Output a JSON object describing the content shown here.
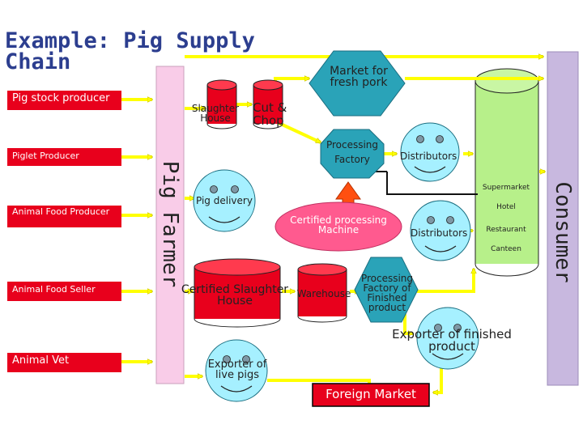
{
  "title": "Example: Pig Supply Chain",
  "left_boxes": {
    "pig_stock": "Pig stock producer",
    "piglet": "Piglet Producer",
    "animal_food_producer": "Animal Food Producer",
    "animal_food_seller": "Animal Food Seller",
    "animal_vet": "Animal Vet"
  },
  "pig_farmer": "Pig Farmer",
  "consumer": "Consumer",
  "nodes": {
    "slaughter_house": "Slaughter House",
    "cut_chop": "Cut & Chop",
    "market": "Market for fresh pork",
    "processing_factory": "Processing Factory",
    "distributors_top": "Distributors",
    "pig_delivery": "Pig delivery",
    "certified_machine": "Certified processing Machine",
    "distributors_mid": "Distributors",
    "certified_slaughter": "Certified Slaughter House",
    "warehouse": "Warehouse",
    "processing_finished": "Processing Factory of Finished product",
    "exporter_finished": "Exporter of finished product",
    "exporter_live": "Exporter of live pigs",
    "foreign_market": "Foreign Market"
  },
  "consumer_items": [
    "Supermarket",
    "Hotel",
    "Restaurant",
    "Canteen"
  ],
  "colors": {
    "title": "#2c3e8f",
    "red": "#e8001c",
    "arrow": "#ffff00",
    "teal": "#2aa3b8",
    "pink": "#f9cce8",
    "lavender": "#c8b8df",
    "smiley": "#a6f0ff",
    "green": "#b7f08a",
    "orange": "#ff4f10"
  }
}
